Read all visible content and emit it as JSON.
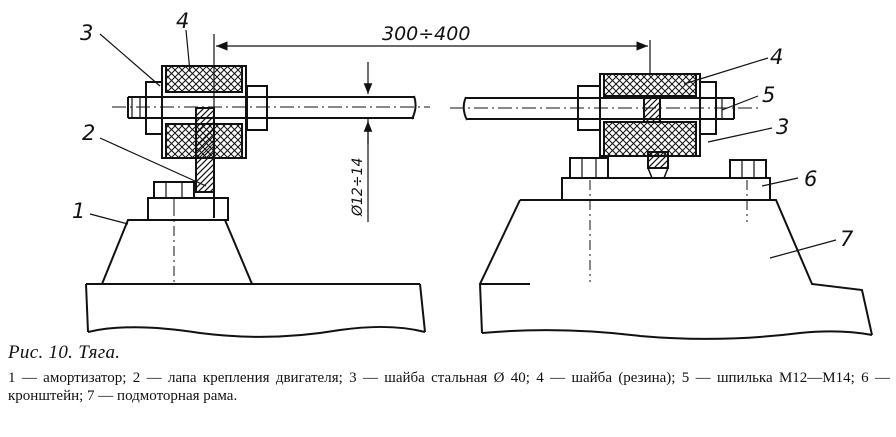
{
  "figure": {
    "labels": {
      "l1": "1",
      "l2": "2",
      "l3_left": "3",
      "l4_left": "4",
      "l4_right": "4",
      "l5": "5",
      "l3_right": "3",
      "l6": "6",
      "l7": "7"
    },
    "dimension_span": "300÷400",
    "dimension_diameter": "Ø12÷14"
  },
  "caption": "Рис. 10. Тяга.",
  "legend": "1 — амортизатор; 2 — лапа крепления двигателя; 3 — шайба стальная Ø 40; 4 — шайба (резина); 5 — шпилька М12—М14; 6 — кронштейн; 7 — подмоторная рама."
}
